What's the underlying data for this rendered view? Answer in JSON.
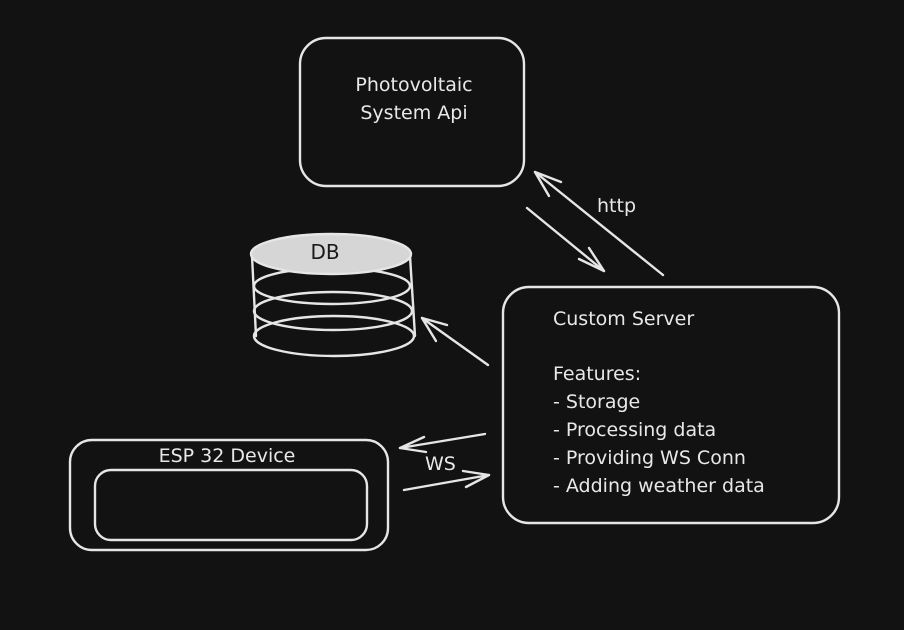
{
  "photovoltaic_api": {
    "line1": "Photovoltaic",
    "line2": "System Api"
  },
  "database": {
    "label": "DB"
  },
  "custom_server": {
    "title": "Custom Server",
    "features_heading": "Features:",
    "features": [
      "- Storage",
      "- Processing data",
      "- Providing WS Conn",
      "- Adding weather data"
    ]
  },
  "esp_device": {
    "label": "ESP 32 Device"
  },
  "connections": {
    "http_label": "http",
    "ws_label": "WS"
  },
  "colors": {
    "background": "#121212",
    "stroke": "#e6e6e6",
    "db_top_fill": "#d6d6d6"
  }
}
